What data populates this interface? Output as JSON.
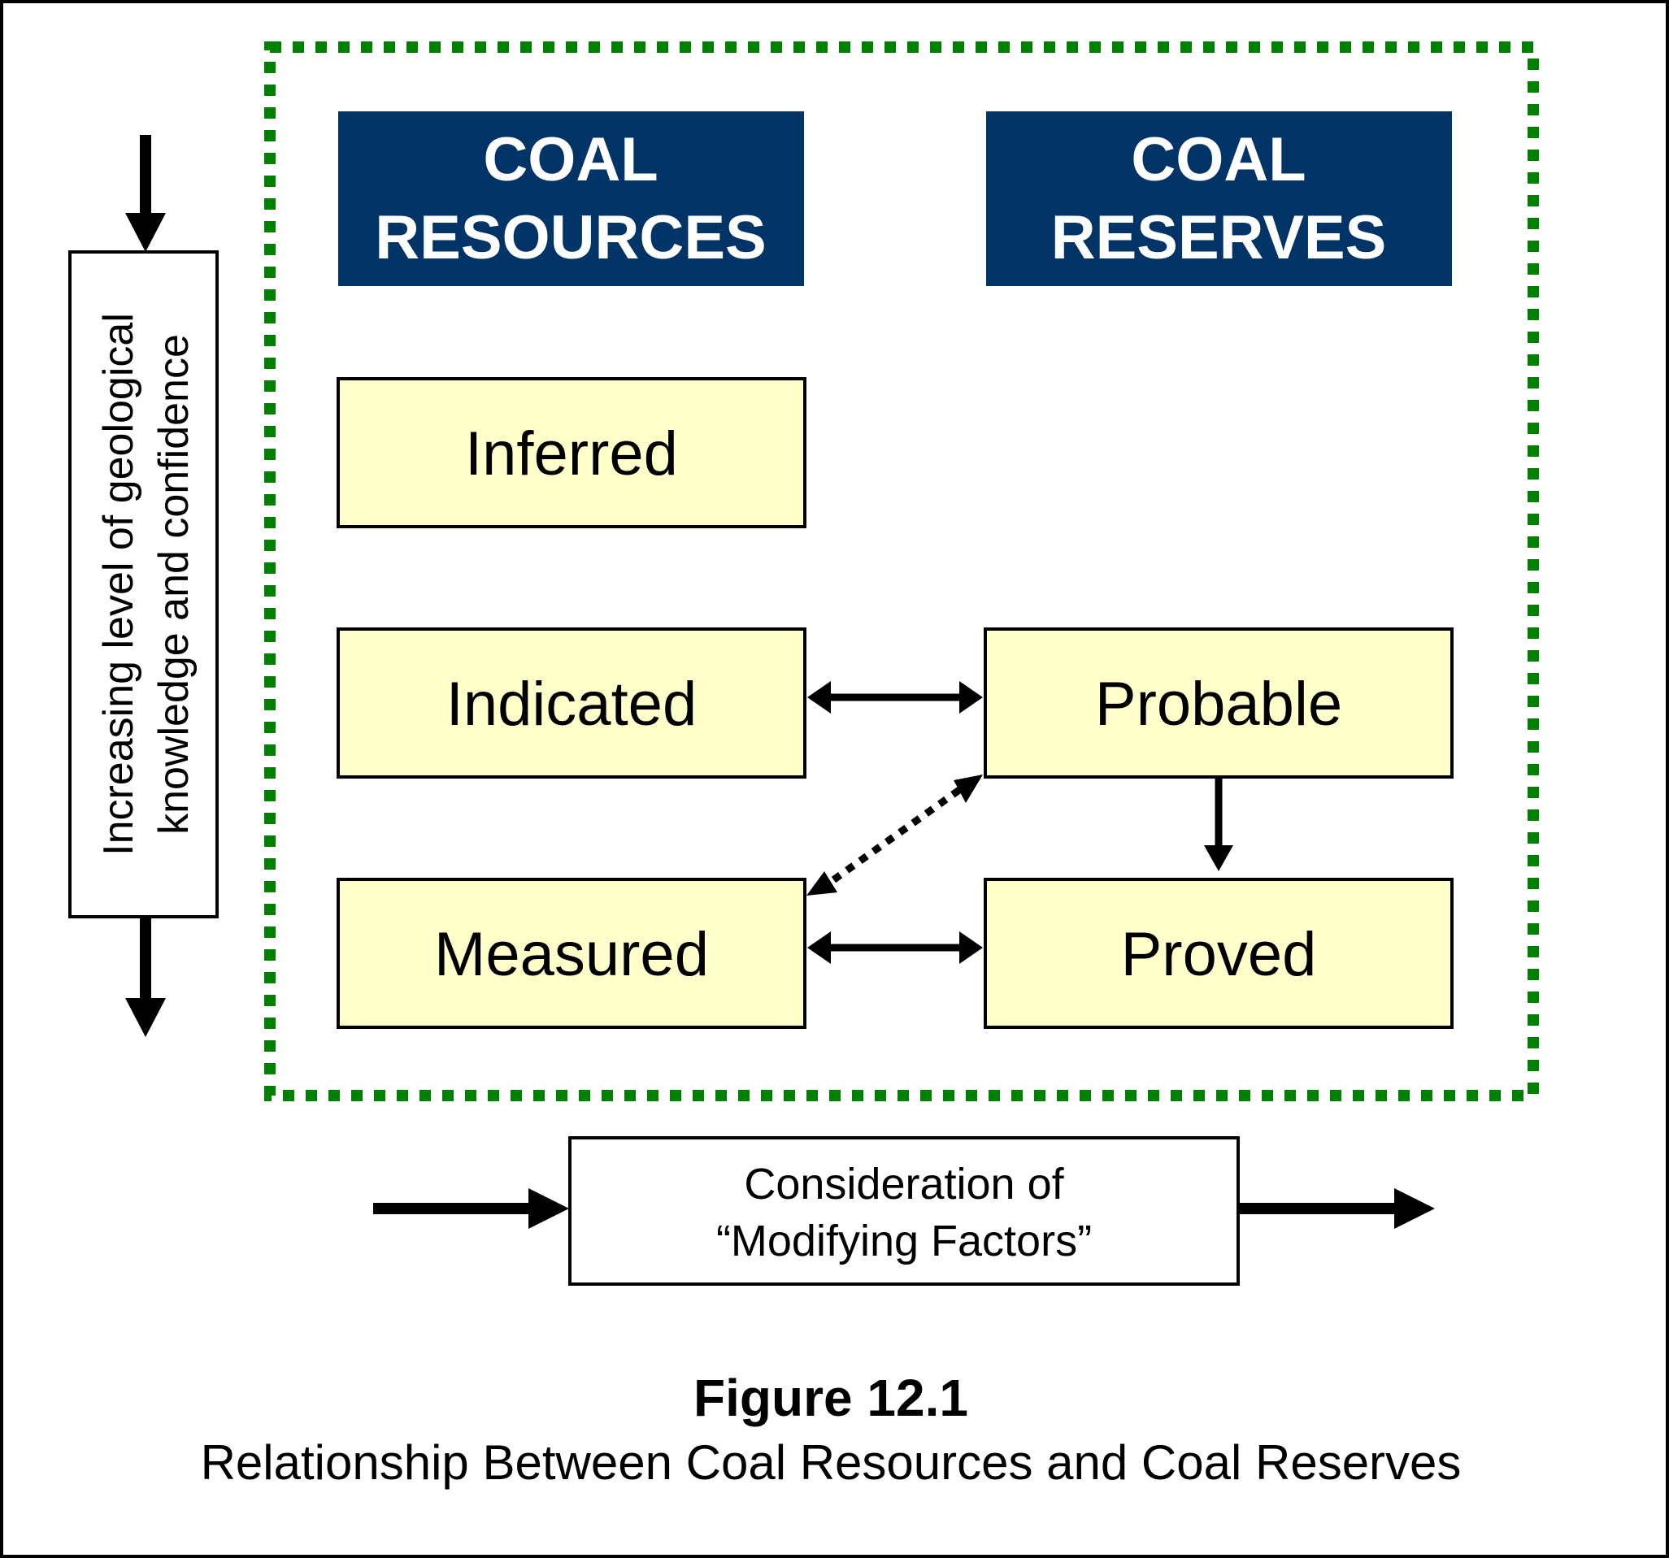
{
  "headers": {
    "resources_line1": "COAL",
    "resources_line2": "RESOURCES",
    "reserves_line1": "COAL",
    "reserves_line2": "RESERVES"
  },
  "boxes": {
    "inferred": "Inferred",
    "indicated": "Indicated",
    "measured": "Measured",
    "probable": "Probable",
    "proved": "Proved"
  },
  "side_label": {
    "line1": "Increasing level of geological",
    "line2": "knowledge and confidence"
  },
  "modifying": {
    "line1": "Consideration of",
    "line2": "“Modifying Factors”"
  },
  "caption": {
    "title": "Figure 12.1",
    "subtitle": "Relationship Between Coal Resources and Coal Reserves"
  },
  "colors": {
    "header_bg": "#003366",
    "box_fill": "#FFFFCC",
    "dash_green": "#008000"
  }
}
